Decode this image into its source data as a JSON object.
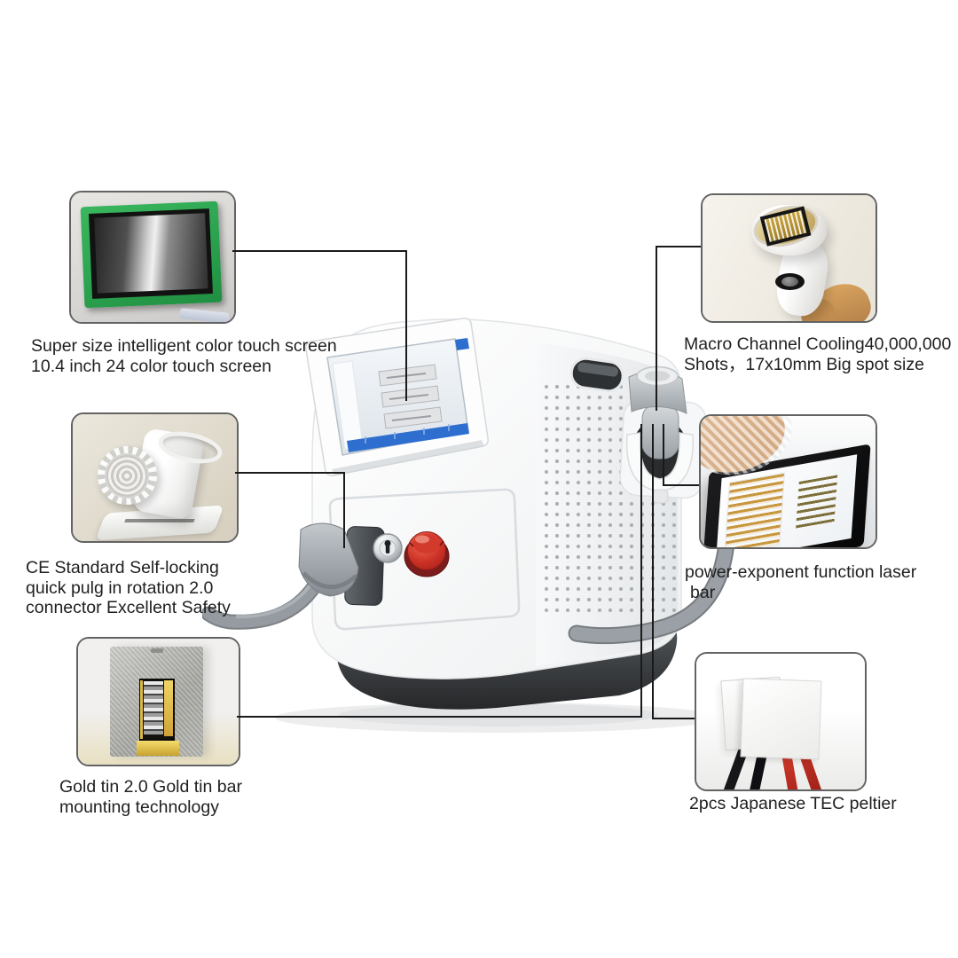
{
  "title": "Portable diode laser hair removal machine feature diagram",
  "colors": {
    "page_bg": "#ffffff",
    "line": "#1a1a1a",
    "text": "#1f1f1f",
    "box_border": "#636363",
    "green_frame": "#2ba24f",
    "gold": "#cfa237",
    "estop_red": "#c53127",
    "ui_blue": "#2e6ecf",
    "cable_gray": "#9ba0a6"
  },
  "features": {
    "touch_screen": {
      "photo": "green-frame-lcd-touch-screen-photo",
      "lines": [
        "Super size intelligent color touch screen",
        "10.4 inch 24 color touch screen"
      ]
    },
    "connector": {
      "photo": "self-locking-connector-photo",
      "lines": [
        "CE Standard Self-locking",
        "quick pulg in rotation 2.0",
        "connector Excellent Safety"
      ]
    },
    "gold_tin": {
      "photo": "gold-tin-laser-bar-block-photo",
      "lines": [
        "Gold tin 2.0 Gold tin bar",
        "mounting technology"
      ]
    },
    "handpiece": {
      "photo": "laser-handpiece-photo",
      "lines": [
        "Macro Channel Cooling40,000,000",
        "Shots，17x10mm Big spot size"
      ]
    },
    "laser_bar": {
      "photo": "laser-bar-tray-photo",
      "lines": [
        "power-exponent function laser",
        "bar"
      ]
    },
    "tec": {
      "photo": "tec-peltier-modules-photo",
      "lines": [
        "2pcs Japanese TEC peltier"
      ]
    }
  }
}
